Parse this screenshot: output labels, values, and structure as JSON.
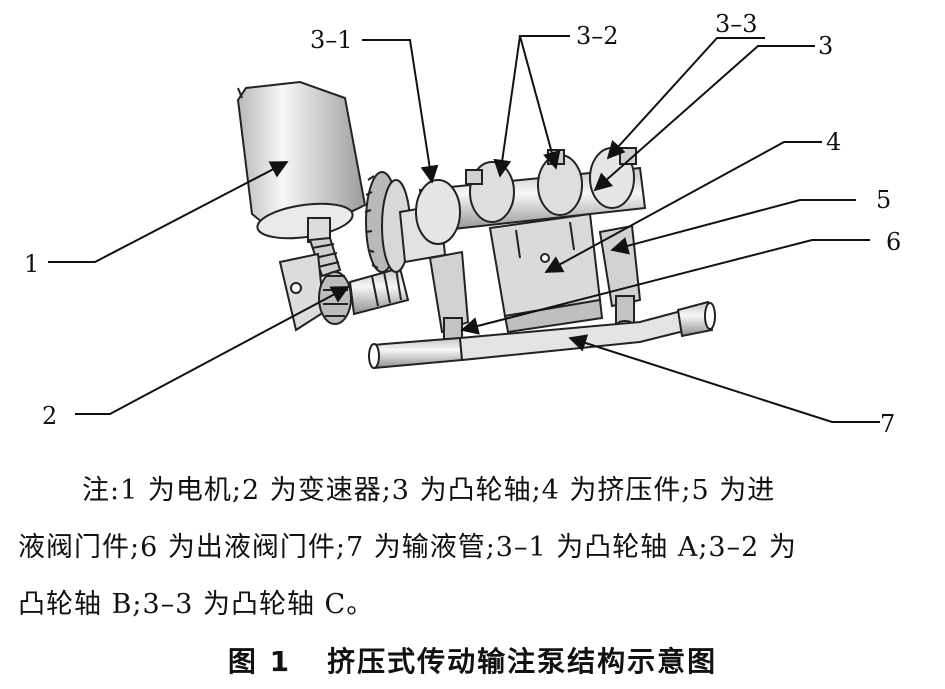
{
  "callouts": {
    "c1": "1",
    "c2": "2",
    "c3": "3",
    "c3_1": "3–1",
    "c3_2": "3–2",
    "c3_3": "3–3",
    "c4": "4",
    "c5": "5",
    "c6": "6",
    "c7": "7"
  },
  "note": {
    "line1": "注:1 为电机;2 为变速器;3 为凸轮轴;4 为挤压件;5 为进",
    "line2": "液阀门件;6 为出液阀门件;7 为输液管;3–1 为凸轮轴 A;3–2 为",
    "line3": "凸轮轴 B;3–3 为凸轮轴 C。"
  },
  "figure": {
    "number": "图 1",
    "title": "挤压式传动输注泵结构示意图"
  }
}
